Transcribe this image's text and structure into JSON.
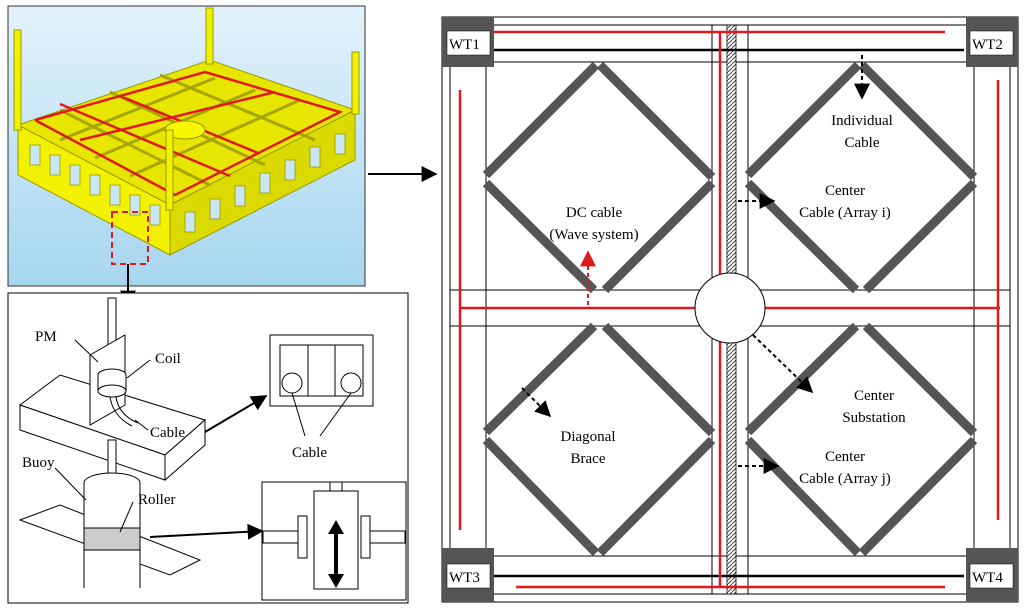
{
  "plan": {
    "turbines": [
      "WT1",
      "WT2",
      "WT3",
      "WT4"
    ],
    "labels": {
      "individual_cable": [
        "Individual",
        "Cable"
      ],
      "center_cable_i": [
        "Center",
        "Cable (Array i)"
      ],
      "dc_cable": [
        "DC cable",
        "(Wave system)"
      ],
      "center_substation": [
        "Center",
        "Substation"
      ],
      "diagonal_brace": [
        "Diagonal",
        "Brace"
      ],
      "center_cable_j": [
        "Center",
        "Cable (Array j)"
      ]
    }
  },
  "detail": {
    "pm": "PM",
    "coil": "Coil",
    "cable": "Cable",
    "buoy": "Buoy",
    "roller": "Roller"
  },
  "cable_section": {
    "label": "Cable"
  },
  "colors": {
    "red_cable": "#e0191e",
    "structure_yellow": "#f2f200",
    "brace_gray": "#555555",
    "sky_top": "#dff0fa",
    "sky_bottom": "#a9d7ef"
  }
}
